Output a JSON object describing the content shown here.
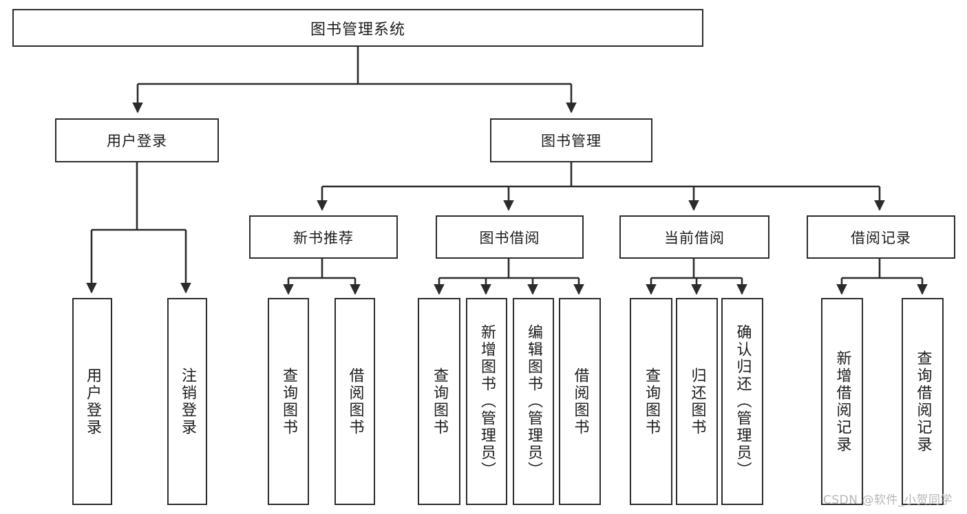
{
  "diagram": {
    "title": "图书管理系统",
    "type": "tree-hierarchy-diagram",
    "colors": {
      "box_border": "#2b2b2b",
      "box_fill": "#ffffff",
      "edge": "#2b2b2b",
      "background": "#ffffff",
      "watermark": "#b6b6b6"
    },
    "root": {
      "label": "图书管理系统"
    },
    "level2": [
      {
        "label": "用户登录"
      },
      {
        "label": "图书管理"
      }
    ],
    "level3": [
      {
        "label": "新书推荐"
      },
      {
        "label": "图书借阅"
      },
      {
        "label": "当前借阅"
      },
      {
        "label": "借阅记录"
      }
    ],
    "leaves": {
      "user_login": [
        {
          "label": "用户登录"
        },
        {
          "label": "注销登录"
        }
      ],
      "new_book_recommend": [
        {
          "label": "查询图书"
        },
        {
          "label": "借阅图书"
        }
      ],
      "book_borrow": [
        {
          "label": "查询图书"
        },
        {
          "label": "新增图书（管理员）"
        },
        {
          "label": "编辑图书（管理员）"
        },
        {
          "label": "借阅图书"
        }
      ],
      "current_borrow": [
        {
          "label": "查询图书"
        },
        {
          "label": "归还图书"
        },
        {
          "label": "确认归还（管理员）"
        }
      ],
      "borrow_record": [
        {
          "label": "新增借阅记录"
        },
        {
          "label": "查询借阅记录"
        }
      ]
    }
  },
  "watermark": {
    "text": "CSDN @软件_小贺同学"
  }
}
